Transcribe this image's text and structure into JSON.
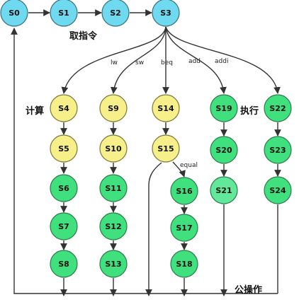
{
  "states": {
    "S0": "S0",
    "S1": "S1",
    "S2": "S2",
    "S3": "S3",
    "S4": "S4",
    "S5": "S5",
    "S6": "S6",
    "S7": "S7",
    "S8": "S8",
    "S9": "S9",
    "S10": "S10",
    "S11": "S11",
    "S12": "S12",
    "S13": "S13",
    "S14": "S14",
    "S15": "S15",
    "S16": "S16",
    "S17": "S17",
    "S18": "S18",
    "S19": "S19",
    "S20": "S20",
    "S21": "S21",
    "S22": "S22",
    "S23": "S23",
    "S24": "S24"
  },
  "edge_labels": {
    "lw": "lw",
    "sw": "sw",
    "beq": "beq",
    "add": "add",
    "addi": "addi",
    "equal": "equal"
  },
  "group_labels": {
    "fetch": "取指令",
    "compute": "计算",
    "execute": "执行",
    "common": "公操作"
  },
  "colors": {
    "cyan": "#6fd9ef",
    "yellow": "#f7f08a",
    "green": "#41e07f"
  }
}
